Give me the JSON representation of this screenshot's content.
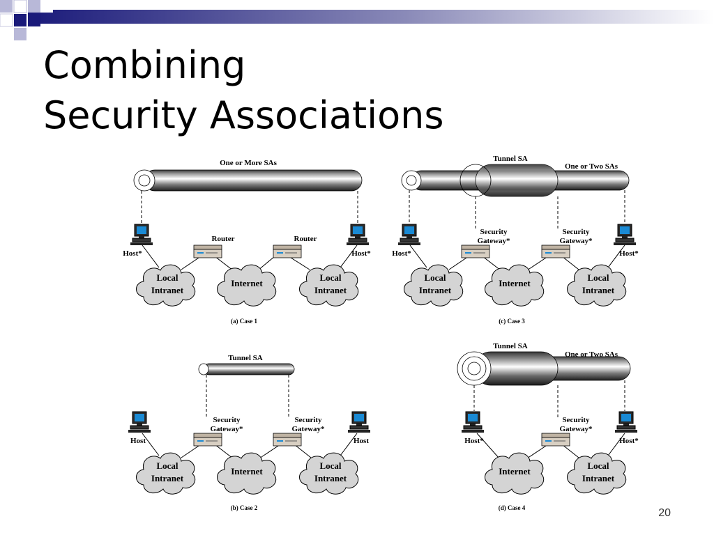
{
  "slide": {
    "title_line1": "Combining",
    "title_line2": "Security Associations",
    "page_number": "20"
  },
  "diagram": {
    "case1": {
      "caption": "(a) Case 1",
      "tunnel_label": "One or More SAs",
      "router_left": "Router",
      "router_right": "Router",
      "host_left": "Host*",
      "host_right": "Host*",
      "cloud_left": [
        "Local",
        "Intranet"
      ],
      "cloud_center": "Internet",
      "cloud_right": [
        "Local",
        "Intranet"
      ]
    },
    "case2": {
      "caption": "(b) Case 2",
      "tunnel_label": "Tunnel SA",
      "gateway_left": [
        "Security",
        "Gateway*"
      ],
      "gateway_right": [
        "Security",
        "Gateway*"
      ],
      "host_left": "Host",
      "host_right": "Host",
      "cloud_left": [
        "Local",
        "Intranet"
      ],
      "cloud_center": "Internet",
      "cloud_right": [
        "Local",
        "Intranet"
      ]
    },
    "case3": {
      "caption": "(c) Case 3",
      "tunnel_label": "Tunnel SA",
      "inner_label": "One or Two SAs",
      "gateway_left": [
        "Security",
        "Gateway*"
      ],
      "gateway_right": [
        "Security",
        "Gateway*"
      ],
      "host_left": "Host*",
      "host_right": "Host*",
      "cloud_left": [
        "Local",
        "Intranet"
      ],
      "cloud_center": "Internet",
      "cloud_right": [
        "Local",
        "Intranet"
      ]
    },
    "case4": {
      "caption": "(d) Case 4",
      "tunnel_label": "Tunnel SA",
      "inner_label": "One or Two SAs",
      "gateway": [
        "Security",
        "Gateway*"
      ],
      "host_left": "Host*",
      "host_right": "Host*",
      "cloud_center": "Internet",
      "cloud_right": [
        "Local",
        "Intranet"
      ]
    }
  },
  "colors": {
    "header_dark": "#1a1a7a",
    "header_light": "#e8e8f2",
    "cloud_fill": "#d4d4d4",
    "monitor_screen": "#1a8ad4",
    "device_fill": "#d8cfc2"
  }
}
